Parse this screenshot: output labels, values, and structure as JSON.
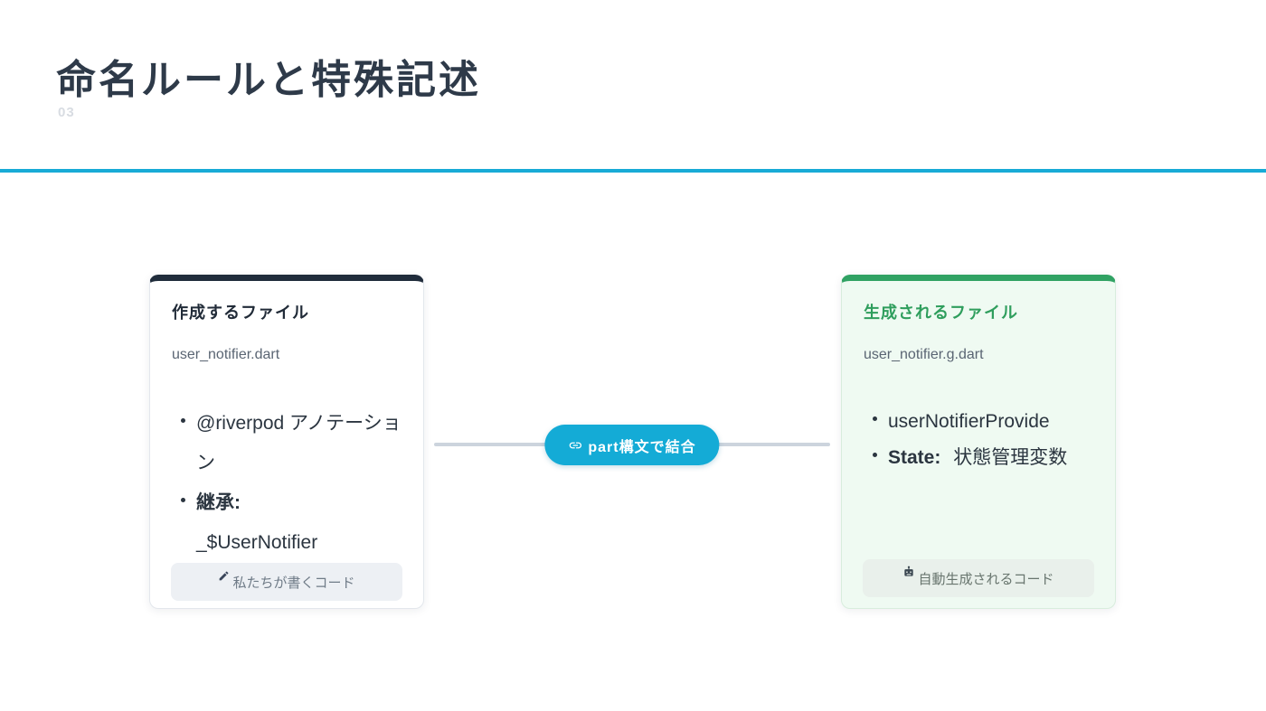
{
  "slide": {
    "title": "命名ルールと特殊記述",
    "page_number": "03"
  },
  "left_card": {
    "title": "作成するファイル",
    "filename": "user_notifier.dart",
    "bullets": [
      {
        "bold": "",
        "text": "@riverpod アノテーション"
      },
      {
        "bold": "継承:",
        "text": "_$UserNotifier"
      }
    ],
    "badge_label": "私たちが書くコード",
    "badge_icon": "pencil-icon"
  },
  "connector": {
    "label": "part構文で結合",
    "icon": "link-icon"
  },
  "right_card": {
    "title": "生成されるファイル",
    "filename": "user_notifier.g.dart",
    "bullets": [
      {
        "bold": "",
        "text": "userNotifierProvide"
      },
      {
        "bold": "State:",
        "text": "状態管理変数"
      }
    ],
    "badge_label": "自動生成されるコード",
    "badge_icon": "robot-icon"
  },
  "colors": {
    "accent_cyan": "#18abd6",
    "navy": "#202c3b",
    "green": "#30a263",
    "light_green_bg": "#effaf2",
    "badge_bg_left": "#edf0f4",
    "badge_bg_right": "#e9f0eb",
    "connector_line": "#ccd4dd",
    "page_number_gray": "#d8dce2"
  }
}
